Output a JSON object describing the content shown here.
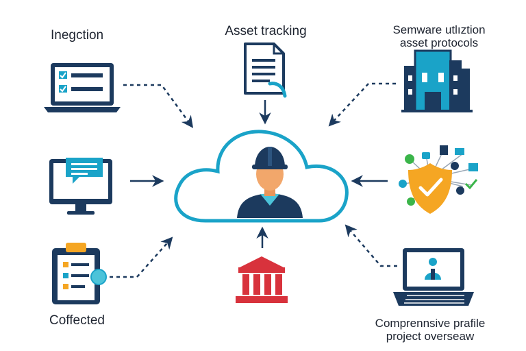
{
  "labels": {
    "top_left": "Inegction",
    "top_center": "Asset tracking",
    "top_right_line1": "Semware utlıztion",
    "top_right_line2": "asset protocols",
    "bottom_left": "Coffected",
    "bottom_right_line1": "Comprennsive prafile",
    "bottom_right_line2": "project overseaw"
  },
  "colors": {
    "navy": "#1c3a5e",
    "teal": "#1aa3c8",
    "light_teal": "#4cc3d9",
    "red": "#d8323c",
    "orange": "#f5a623",
    "skin": "#f2a76b",
    "green": "#3bb54a"
  },
  "icons": {
    "top_left": "laptop-checklist-icon",
    "top_center": "document-icon",
    "top_right": "building-icon",
    "mid_left": "monitor-chat-icon",
    "center": "cloud-worker-icon",
    "mid_right": "security-shield-network-icon",
    "bottom_left": "clipboard-icon",
    "bottom_center": "bank-building-icon",
    "bottom_right": "laptop-user-icon"
  }
}
